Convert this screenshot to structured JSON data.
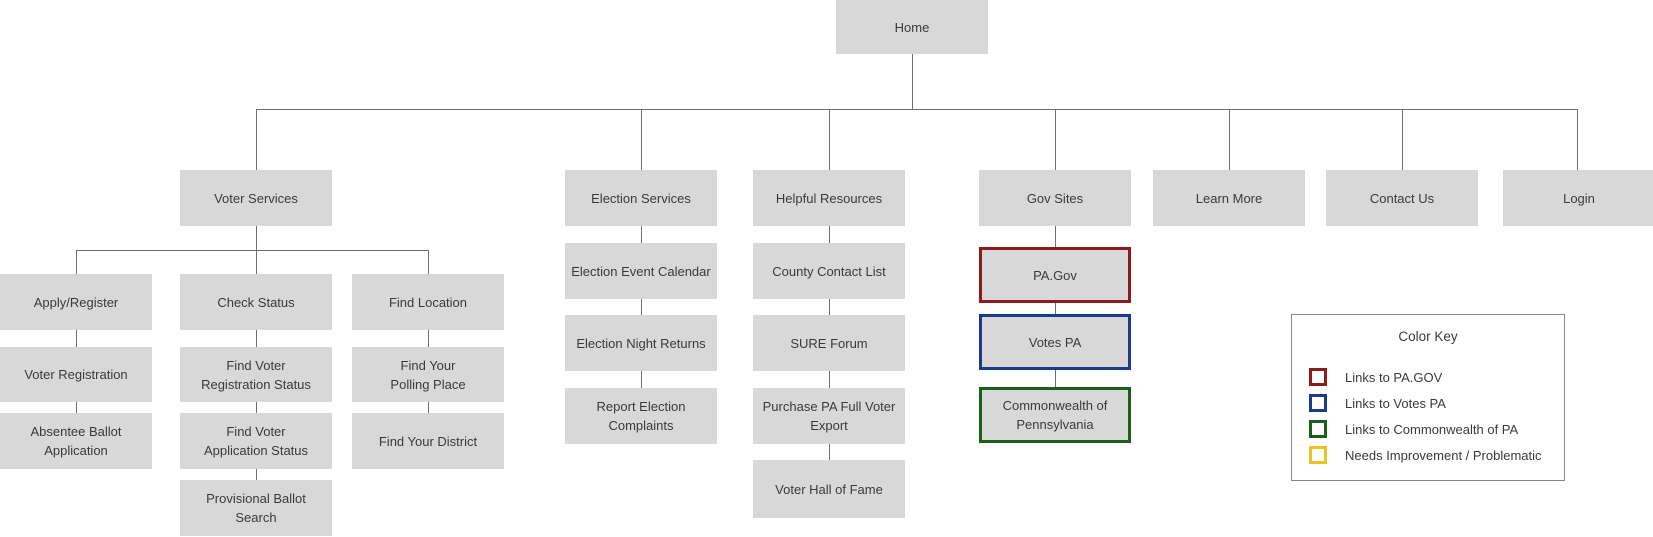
{
  "tree": {
    "root": {
      "label": "Home"
    },
    "children": [
      {
        "label": "Voter Services",
        "children": [
          {
            "label": "Apply/Register",
            "children": [
              {
                "label": "Voter Registration"
              },
              {
                "label": "Absentee Ballot\nApplication"
              }
            ]
          },
          {
            "label": "Check Status",
            "children": [
              {
                "label": "Find Voter\nRegistration Status"
              },
              {
                "label": "Find Voter\nApplication Status"
              },
              {
                "label": "Provisional Ballot\nSearch"
              }
            ]
          },
          {
            "label": "Find Location",
            "children": [
              {
                "label": "Find Your\nPolling Place"
              },
              {
                "label": "Find Your District"
              }
            ]
          }
        ]
      },
      {
        "label": "Election Services",
        "children": [
          {
            "label": "Election Event Calendar"
          },
          {
            "label": "Election Night Returns"
          },
          {
            "label": "Report Election\nComplaints"
          }
        ]
      },
      {
        "label": "Helpful Resources",
        "children": [
          {
            "label": "County Contact List"
          },
          {
            "label": "SURE Forum"
          },
          {
            "label": "Purchase PA Full Voter\nExport"
          },
          {
            "label": "Voter Hall of Fame"
          }
        ]
      },
      {
        "label": "Gov Sites",
        "children": [
          {
            "label": "PA.Gov",
            "link_type": "pa_gov"
          },
          {
            "label": "Votes PA",
            "link_type": "votes_pa"
          },
          {
            "label": "Commonwealth of\nPennsylvania",
            "link_type": "commonwealth"
          }
        ]
      },
      {
        "label": "Learn More"
      },
      {
        "label": "Contact Us"
      },
      {
        "label": "Login"
      }
    ]
  },
  "legend": {
    "title": "Color Key",
    "items": [
      {
        "label": "Links to PA.GOV",
        "color": "#8e1b1b"
      },
      {
        "label": "Links to Votes PA",
        "color": "#1b3a8c"
      },
      {
        "label": "Links to Commonwealth of PA",
        "color": "#186018"
      },
      {
        "label": "Needs Improvement / Problematic",
        "color": "#edc321"
      }
    ]
  },
  "colors": {
    "node_fill": "#d8d8d8",
    "node_text": "#3a3a3a",
    "connector": "#707070",
    "pa_gov_red": "#8e1b1b",
    "votes_pa_blue": "#1b3a8c",
    "commonwealth_green": "#186018",
    "problematic_yellow": "#edc321"
  }
}
